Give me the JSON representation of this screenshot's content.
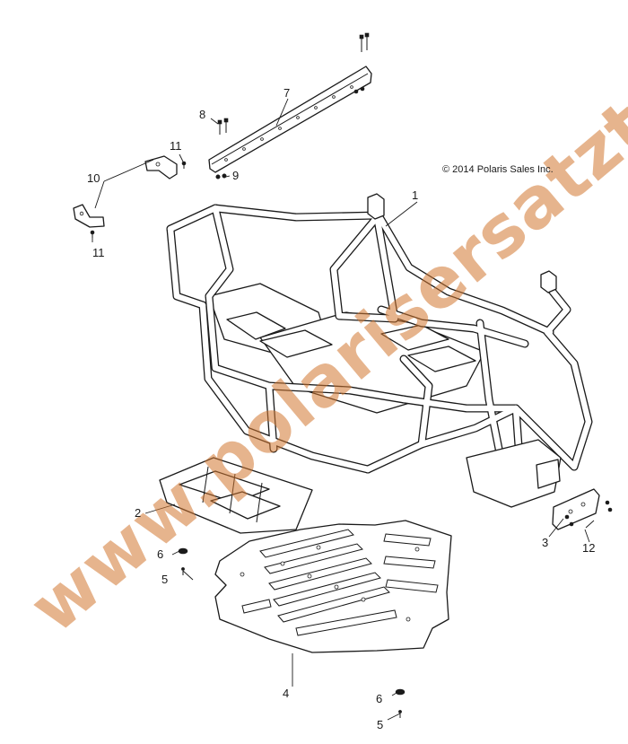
{
  "copyright": "© 2014 Polaris Sales Inc.",
  "watermark": "www.polarisersatzteile.de",
  "callouts": {
    "c1": "1",
    "c2": "2",
    "c3": "3",
    "c4": "4",
    "c5a": "5",
    "c5b": "5",
    "c6a": "6",
    "c6b": "6",
    "c7": "7",
    "c8": "8",
    "c9": "9",
    "c10": "10",
    "c11a": "11",
    "c11b": "11",
    "c12": "12"
  },
  "colors": {
    "line": "#1a1a1a",
    "background": "#ffffff",
    "watermark": "#d2762f"
  }
}
